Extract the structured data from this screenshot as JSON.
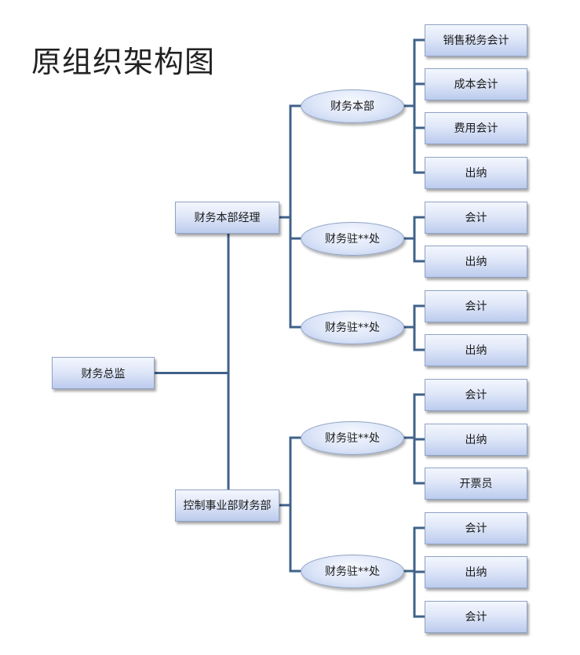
{
  "title": "原组织架构图",
  "colors": {
    "connector": "#40628a",
    "node_border": "#8fa3c4"
  },
  "root": {
    "label": "财务总监"
  },
  "branches": [
    {
      "label": "财务本部经理",
      "subs": [
        {
          "label": "财务本部",
          "leaves": [
            "销售税务会计",
            "成本会计",
            "费用会计",
            "出纳"
          ]
        },
        {
          "label": "财务驻**处",
          "leaves": [
            "会计",
            "出纳"
          ]
        },
        {
          "label": "财务驻**处",
          "leaves": [
            "会计",
            "出纳"
          ]
        }
      ]
    },
    {
      "label": "控制事业部财务部",
      "subs": [
        {
          "label": "财务驻**处",
          "leaves": [
            "会计",
            "出纳",
            "开票员"
          ]
        },
        {
          "label": "财务驻**处",
          "leaves": [
            "会计",
            "出纳",
            "会计"
          ]
        }
      ]
    }
  ]
}
